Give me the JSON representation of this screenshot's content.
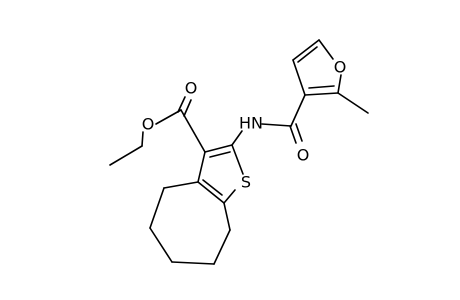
{
  "molecule": {
    "atoms": {
      "ester_carbonyl_oxygen": "O",
      "ester_ether_oxygen": "O",
      "thiophene_sulfur": "S",
      "amide_nitrogen": "HN",
      "amide_carbonyl_oxygen": "O",
      "furan_oxygen": "O"
    }
  }
}
